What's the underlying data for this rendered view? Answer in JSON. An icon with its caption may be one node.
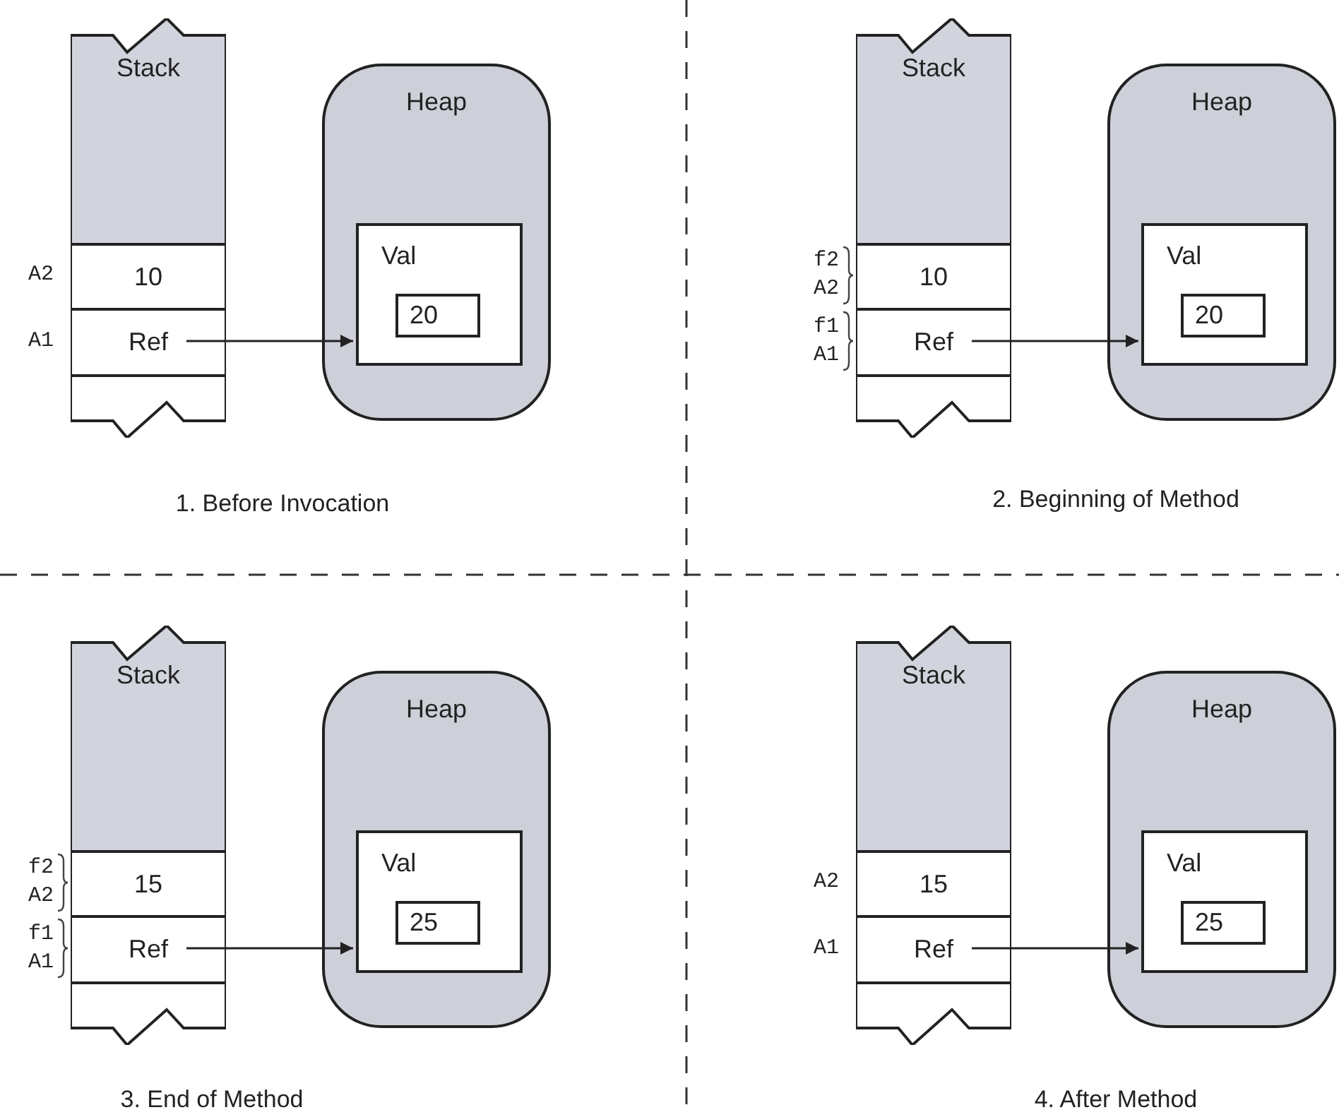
{
  "diagram": {
    "nodes": [
      {
        "text": [
          "Stack"
        ]
      },
      {
        "text": [
          "10"
        ],
        "in": 0,
        "beside": [
          "A2"
        ]
      },
      {
        "text": [
          "Ref"
        ],
        "in": 0,
        "beside": [
          "A1"
        ]
      },
      {
        "text": [],
        "shape": "box",
        "in": 0
      },
      {
        "text": [
          "Heap"
        ]
      },
      {
        "text": [
          "Val"
        ],
        "in": 4
      },
      {
        "text": [
          "20"
        ],
        "in": 5
      },
      {
        "text": [
          "Stack"
        ]
      },
      {
        "text": [
          "10"
        ],
        "in": 7,
        "beside": [
          "f2",
          "A2"
        ]
      },
      {
        "text": [
          "Ref"
        ],
        "in": 7,
        "beside": [
          "f1",
          "A1"
        ]
      },
      {
        "text": [],
        "shape": "box",
        "in": 7
      },
      {
        "text": [
          "Heap"
        ]
      },
      {
        "text": [
          "Val"
        ],
        "in": 11
      },
      {
        "text": [
          "20"
        ],
        "in": 12
      },
      {
        "text": [
          "Stack"
        ]
      },
      {
        "text": [
          "15"
        ],
        "in": 14,
        "beside": [
          "f2",
          "A2"
        ]
      },
      {
        "text": [
          "Ref"
        ],
        "in": 14,
        "beside": [
          "f1",
          "A1"
        ]
      },
      {
        "text": [],
        "shape": "box",
        "in": 14
      },
      {
        "text": [
          "Heap"
        ]
      },
      {
        "text": [
          "Val"
        ],
        "in": 18
      },
      {
        "text": [
          "25"
        ],
        "in": 19
      },
      {
        "text": [
          "Stack"
        ]
      },
      {
        "text": [
          "15"
        ],
        "in": 21,
        "beside": [
          "A2"
        ]
      },
      {
        "text": [
          "Ref"
        ],
        "in": 21,
        "beside": [
          "A1"
        ]
      },
      {
        "text": [],
        "shape": "box",
        "in": 21
      },
      {
        "text": [
          "Heap"
        ]
      },
      {
        "text": [
          "Val"
        ],
        "in": 25
      },
      {
        "text": [
          "25"
        ],
        "in": 26
      }
    ],
    "edges": [
      {
        "from": 2,
        "to": 5,
        "arrow": "to"
      },
      {
        "from": 9,
        "to": 12,
        "arrow": "to"
      },
      {
        "from": 16,
        "to": 19,
        "arrow": "to"
      },
      {
        "from": 23,
        "to": 26,
        "arrow": "to"
      }
    ],
    "labels": [
      "1. Before Invocation",
      "2. Beginning of Method",
      "3. End of Method",
      "4. After Method"
    ]
  }
}
